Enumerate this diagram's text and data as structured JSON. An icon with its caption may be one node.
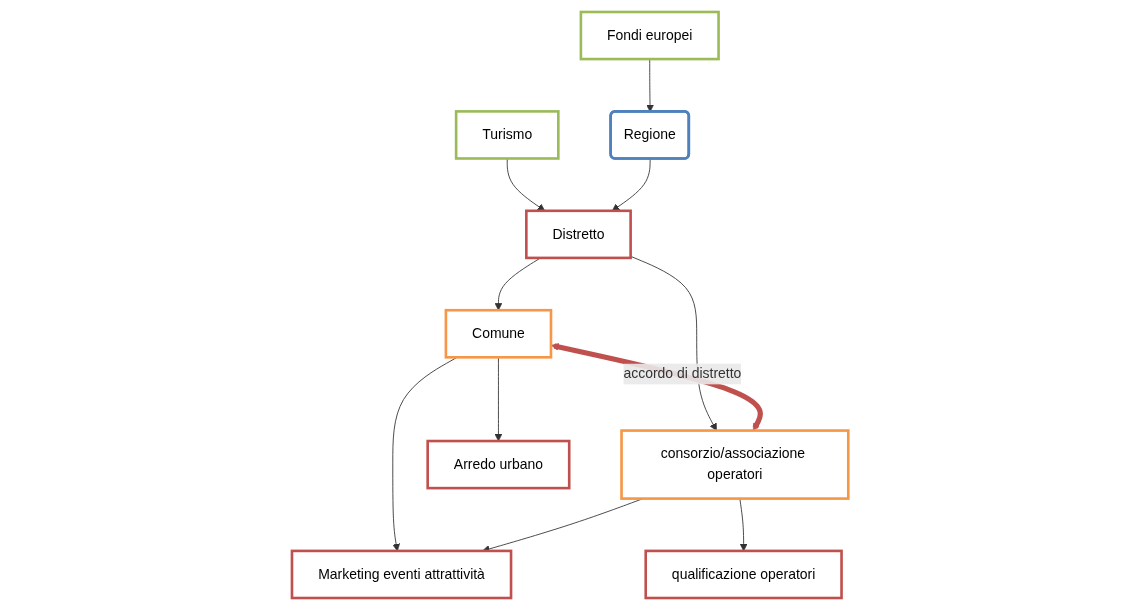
{
  "diagram": {
    "nodes": [
      {
        "text": [
          "Turismo"
        ]
      },
      {
        "text": [
          "Regione"
        ]
      },
      {
        "text": [
          "Fondi europei"
        ]
      },
      {
        "text": [
          "Distretto"
        ]
      },
      {
        "text": [
          "Comune"
        ]
      },
      {
        "text": [
          "consorzio/associazione operatori"
        ]
      },
      {
        "text": [
          "Arredo urbano"
        ]
      },
      {
        "text": [
          "Marketing eventi attrattività"
        ]
      },
      {
        "text": [
          "qualificazione operatori"
        ]
      }
    ],
    "edges": [
      {
        "from": 0,
        "to": 3,
        "arrow": "to"
      },
      {
        "from": 1,
        "to": 3,
        "arrow": "to"
      },
      {
        "from": 2,
        "to": 1,
        "arrow": "to"
      },
      {
        "from": 3,
        "to": 4,
        "arrow": "to"
      },
      {
        "from": 3,
        "to": 5,
        "arrow": "to"
      },
      {
        "from": 4,
        "to": 5,
        "arrow": "both",
        "label": "accordo di distretto",
        "style": "thick",
        "color": "#c0504d"
      },
      {
        "from": 4,
        "to": 6,
        "arrow": "to"
      },
      {
        "from": 4,
        "to": 7,
        "arrow": "to"
      },
      {
        "from": 5,
        "to": 7,
        "arrow": "to"
      },
      {
        "from": 5,
        "to": 8,
        "arrow": "to"
      }
    ]
  }
}
